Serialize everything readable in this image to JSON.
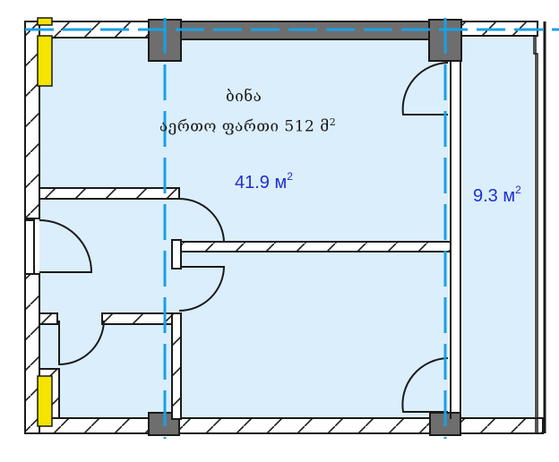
{
  "plan": {
    "title": "ბინა",
    "total_area_label": "აერთო ფართი 512",
    "total_area_unit": "მ",
    "total_area_unit_sup": "2",
    "rooms": [
      {
        "name": "main-room",
        "area_value": "41.9 м",
        "area_sup": "2"
      },
      {
        "name": "balcony",
        "area_value": "9.3 м",
        "area_sup": "2"
      }
    ]
  },
  "colors": {
    "floor_fill": "#dbeefb",
    "wall_line": "#1a1a1a",
    "column_fill": "#6e6e6e",
    "axis_line": "#1aa0e6",
    "radiator_fill": "#f5e400",
    "area_text": "#1f2fd0"
  }
}
